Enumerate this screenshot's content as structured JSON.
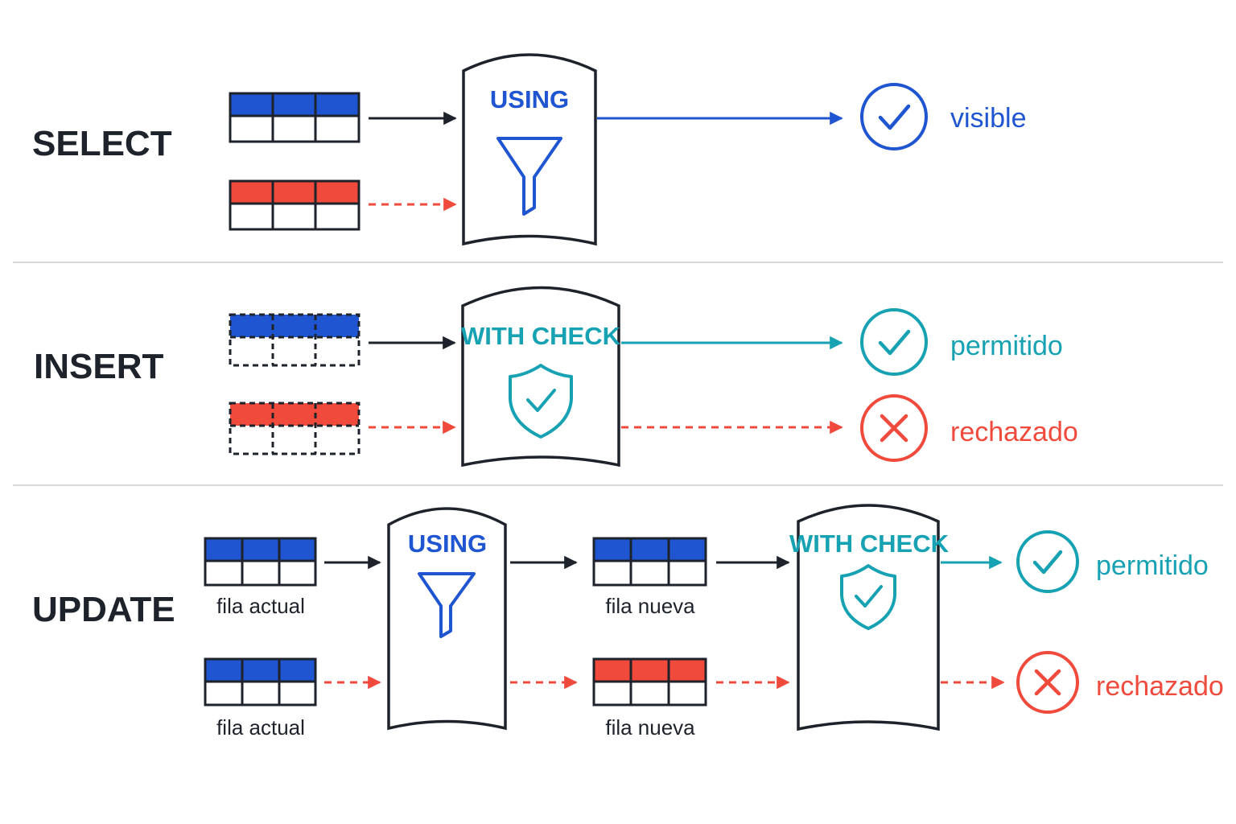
{
  "colors": {
    "blue": "#1f55d1",
    "teal": "#17a2b3",
    "red": "#f04a3c",
    "ink": "#1e232b",
    "divider": "#d9d9d9"
  },
  "select": {
    "label": "SELECT",
    "filter_label": "USING",
    "filter_icon": "funnel-icon",
    "result_label": "visible",
    "result_icon": "check-circle-icon"
  },
  "insert": {
    "label": "INSERT",
    "filter_label": "WITH CHECK",
    "filter_icon": "shield-check-icon",
    "pass_label": "permitido",
    "pass_icon": "check-circle-icon",
    "fail_label": "rechazado",
    "fail_icon": "x-circle-icon"
  },
  "update": {
    "label": "UPDATE",
    "using_label": "USING",
    "check_label": "WITH CHECK",
    "current_row_caption": "fila actual",
    "new_row_caption": "fila nueva",
    "pass_label": "permitido",
    "fail_label": "rechazado"
  }
}
